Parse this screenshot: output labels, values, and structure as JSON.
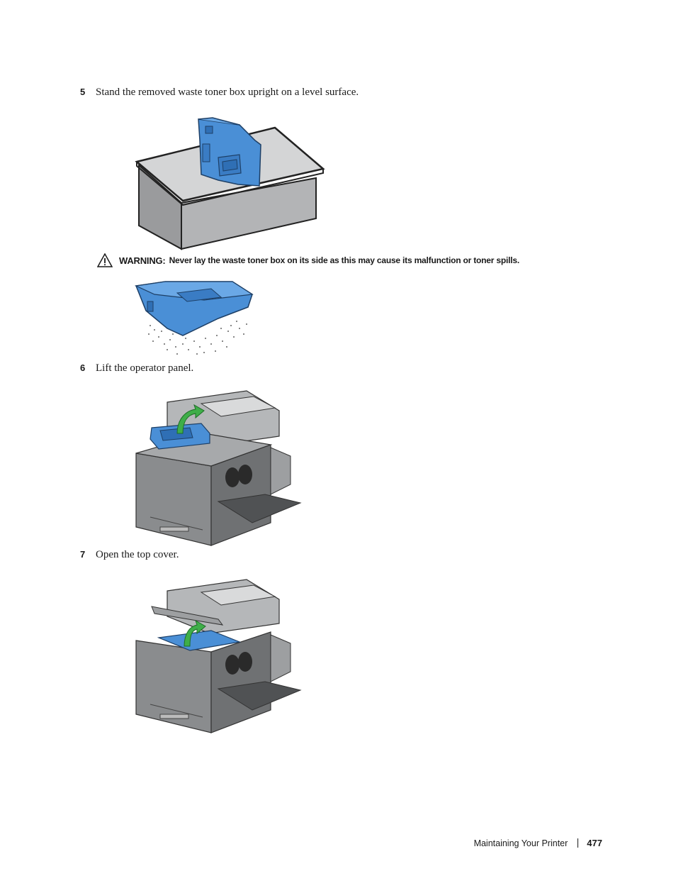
{
  "steps": [
    {
      "number": "5",
      "text": "Stand the removed waste toner box upright on a level surface."
    },
    {
      "number": "6",
      "text": "Lift the operator panel."
    },
    {
      "number": "7",
      "text": "Open the top cover."
    }
  ],
  "warning": {
    "label": "WARNING:",
    "text": "Never lay the waste toner box on its side as this may cause its malfunction or toner spills.",
    "icon": "warning-triangle-icon"
  },
  "footer": {
    "section": "Maintaining Your Printer",
    "page_number": "477"
  },
  "colors": {
    "part_blue": "#4a8fd6",
    "printer_gray": "#8a8c8e",
    "arrow_green": "#3fae49"
  }
}
